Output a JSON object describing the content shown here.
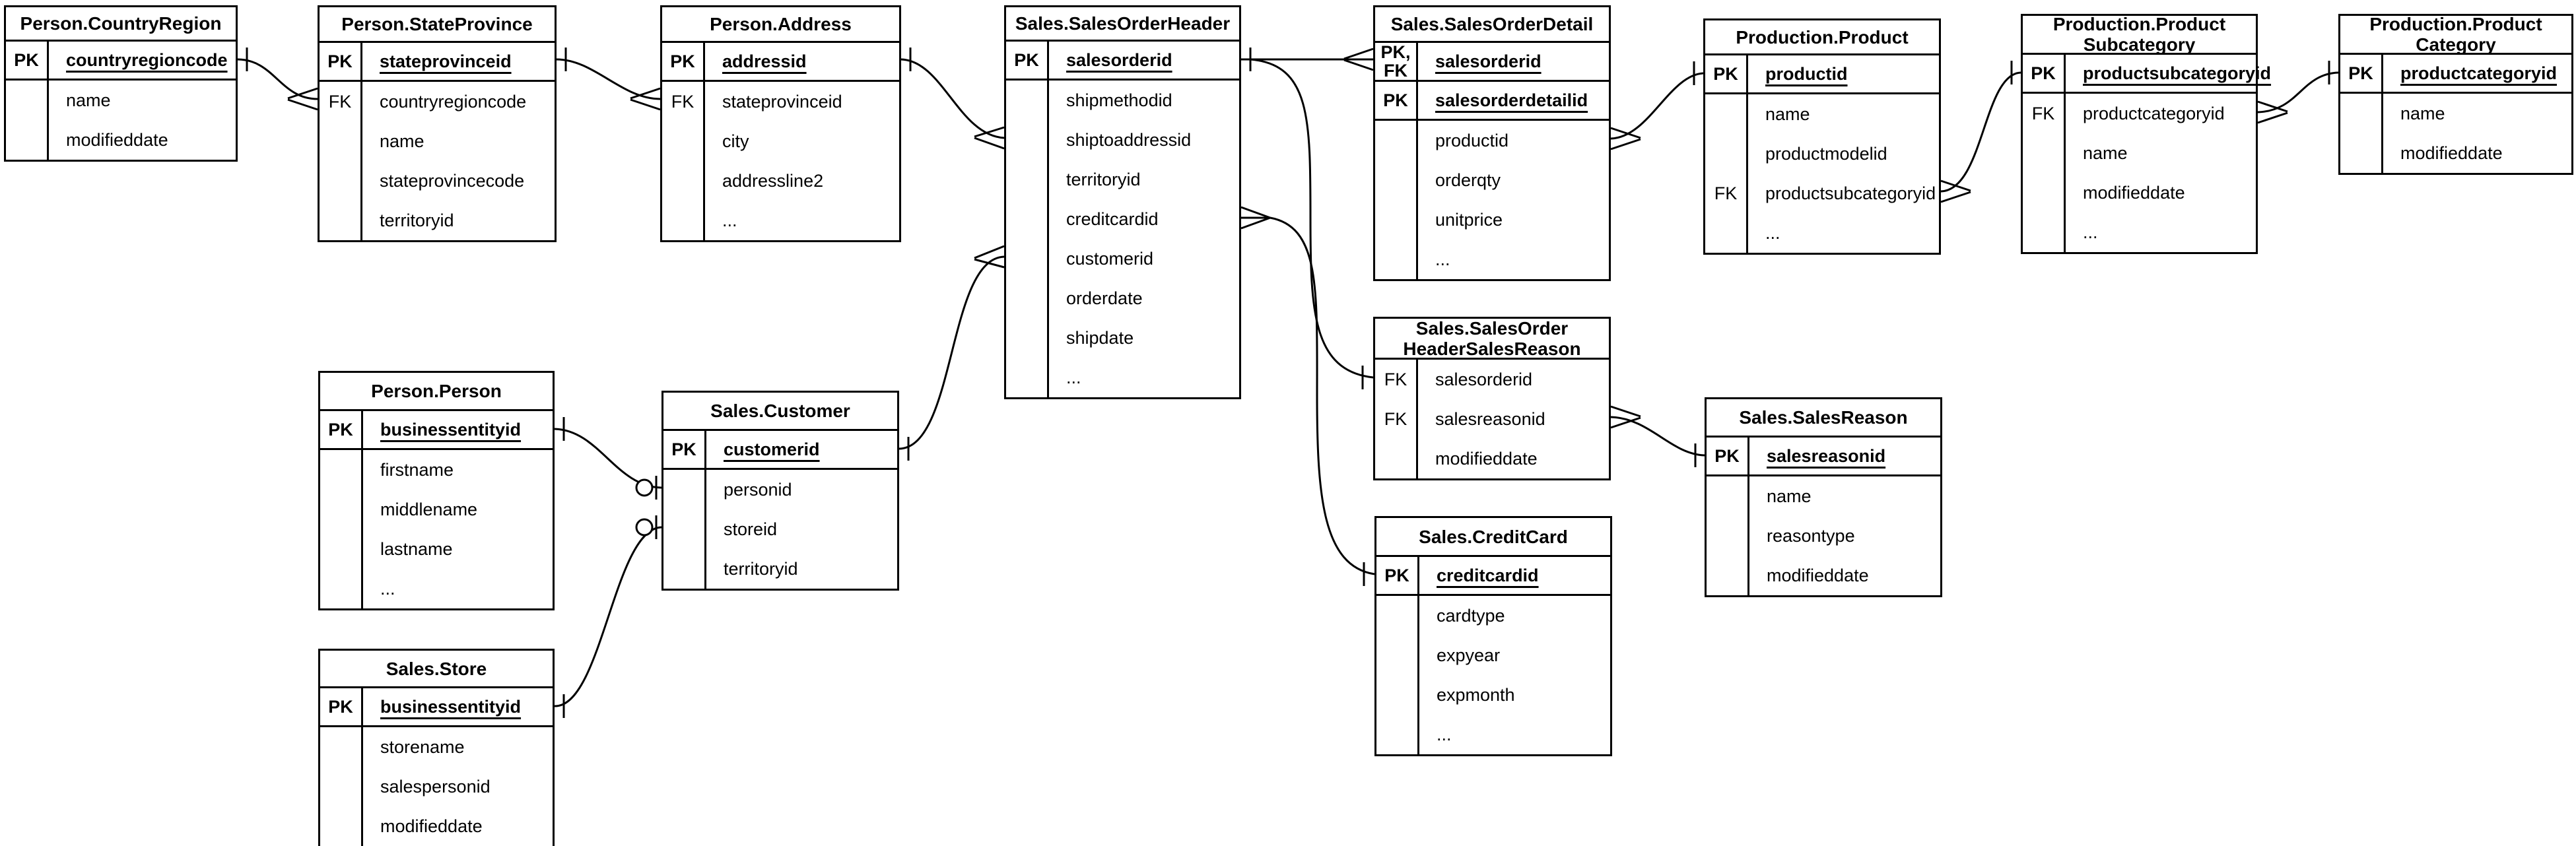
{
  "diagram": {
    "background_color": "#ffffff",
    "line_color": "#000000",
    "tables": [
      {
        "id": "countryregion",
        "title": "Person.CountryRegion",
        "key_rows": [
          {
            "key": "PK",
            "name": "countryregioncode"
          }
        ],
        "rows": [
          {
            "key": "",
            "name": "name"
          },
          {
            "key": "",
            "name": "modifieddate"
          }
        ]
      },
      {
        "id": "stateprovince",
        "title": "Person.StateProvince",
        "key_rows": [
          {
            "key": "PK",
            "name": "stateprovinceid"
          }
        ],
        "rows": [
          {
            "key": "FK",
            "name": "countryregioncode"
          },
          {
            "key": "",
            "name": "name"
          },
          {
            "key": "",
            "name": "stateprovincecode"
          },
          {
            "key": "",
            "name": "territoryid"
          }
        ]
      },
      {
        "id": "address",
        "title": "Person.Address",
        "key_rows": [
          {
            "key": "PK",
            "name": "addressid"
          }
        ],
        "rows": [
          {
            "key": "FK",
            "name": "stateprovinceid"
          },
          {
            "key": "",
            "name": "city"
          },
          {
            "key": "",
            "name": "addressline2"
          },
          {
            "key": "",
            "name": "..."
          }
        ]
      },
      {
        "id": "salesorderheader",
        "title": "Sales.SalesOrderHeader",
        "key_rows": [
          {
            "key": "PK",
            "name": "salesorderid"
          }
        ],
        "rows": [
          {
            "key": "",
            "name": "shipmethodid"
          },
          {
            "key": "",
            "name": "shiptoaddressid"
          },
          {
            "key": "",
            "name": "territoryid"
          },
          {
            "key": "",
            "name": "creditcardid"
          },
          {
            "key": "",
            "name": "customerid"
          },
          {
            "key": "",
            "name": "orderdate"
          },
          {
            "key": "",
            "name": "shipdate"
          },
          {
            "key": "",
            "name": "..."
          }
        ]
      },
      {
        "id": "salesorderdetail",
        "title": "Sales.SalesOrderDetail",
        "key_rows": [
          {
            "key": "PK,\nFK",
            "name": "salesorderid"
          },
          {
            "key": "PK",
            "name": "salesorderdetailid"
          }
        ],
        "rows": [
          {
            "key": "",
            "name": "productid"
          },
          {
            "key": "",
            "name": "orderqty"
          },
          {
            "key": "",
            "name": "unitprice"
          },
          {
            "key": "",
            "name": "..."
          }
        ]
      },
      {
        "id": "product",
        "title": "Production.Product",
        "key_rows": [
          {
            "key": "PK",
            "name": "productid"
          }
        ],
        "rows": [
          {
            "key": "",
            "name": "name"
          },
          {
            "key": "",
            "name": "productmodelid"
          },
          {
            "key": "FK",
            "name": "productsubcategoryid"
          },
          {
            "key": "",
            "name": "..."
          }
        ]
      },
      {
        "id": "productsubcategory",
        "title": "Production.Product\nSubcategory",
        "key_rows": [
          {
            "key": "PK",
            "name": "productsubcategoryid"
          }
        ],
        "rows": [
          {
            "key": "FK",
            "name": "productcategoryid"
          },
          {
            "key": "",
            "name": "name"
          },
          {
            "key": "",
            "name": "modifieddate"
          },
          {
            "key": "",
            "name": "..."
          }
        ]
      },
      {
        "id": "productcategory",
        "title": "Production.Product\nCategory",
        "key_rows": [
          {
            "key": "PK",
            "name": "productcategoryid"
          }
        ],
        "rows": [
          {
            "key": "",
            "name": "name"
          },
          {
            "key": "",
            "name": "modifieddate"
          }
        ]
      },
      {
        "id": "person",
        "title": "Person.Person",
        "key_rows": [
          {
            "key": "PK",
            "name": "businessentityid"
          }
        ],
        "rows": [
          {
            "key": "",
            "name": "firstname"
          },
          {
            "key": "",
            "name": "middlename"
          },
          {
            "key": "",
            "name": "lastname"
          },
          {
            "key": "",
            "name": "..."
          }
        ]
      },
      {
        "id": "customer",
        "title": "Sales.Customer",
        "key_rows": [
          {
            "key": "PK",
            "name": "customerid"
          }
        ],
        "rows": [
          {
            "key": "",
            "name": "personid"
          },
          {
            "key": "",
            "name": "storeid"
          },
          {
            "key": "",
            "name": "territoryid"
          }
        ]
      },
      {
        "id": "store",
        "title": "Sales.Store",
        "key_rows": [
          {
            "key": "PK",
            "name": "businessentityid"
          }
        ],
        "rows": [
          {
            "key": "",
            "name": "storename"
          },
          {
            "key": "",
            "name": "salespersonid"
          },
          {
            "key": "",
            "name": "modifieddate"
          }
        ]
      },
      {
        "id": "salesorderheadersalesreason",
        "title": "Sales.SalesOrder\nHeaderSalesReason",
        "key_rows": [],
        "rows": [
          {
            "key": "FK",
            "name": "salesorderid"
          },
          {
            "key": "FK",
            "name": "salesreasonid"
          },
          {
            "key": "",
            "name": "modifieddate"
          }
        ]
      },
      {
        "id": "salesreason",
        "title": "Sales.SalesReason",
        "key_rows": [
          {
            "key": "PK",
            "name": "salesreasonid"
          }
        ],
        "rows": [
          {
            "key": "",
            "name": "name"
          },
          {
            "key": "",
            "name": "reasontype"
          },
          {
            "key": "",
            "name": "modifieddate"
          }
        ]
      },
      {
        "id": "creditcard",
        "title": "Sales.CreditCard",
        "key_rows": [
          {
            "key": "PK",
            "name": "creditcardid"
          }
        ],
        "rows": [
          {
            "key": "",
            "name": "cardtype"
          },
          {
            "key": "",
            "name": "expyear"
          },
          {
            "key": "",
            "name": "expmonth"
          },
          {
            "key": "",
            "name": "..."
          }
        ]
      }
    ],
    "relationships": [
      {
        "from": "Person.CountryRegion.countryregioncode",
        "to": "Person.StateProvince.countryregioncode",
        "from_end": "one",
        "to_end": "many"
      },
      {
        "from": "Person.StateProvince.stateprovinceid",
        "to": "Person.Address.stateprovinceid",
        "from_end": "one",
        "to_end": "many"
      },
      {
        "from": "Person.Address.addressid",
        "to": "Sales.SalesOrderHeader.shiptoaddressid",
        "from_end": "one",
        "to_end": "many"
      },
      {
        "from": "Sales.Customer.customerid",
        "to": "Sales.SalesOrderHeader.customerid",
        "from_end": "one",
        "to_end": "many"
      },
      {
        "from": "Person.Person.businessentityid",
        "to": "Sales.Customer.personid",
        "from_end": "one",
        "to_end": "zero-or-one"
      },
      {
        "from": "Sales.Store.businessentityid",
        "to": "Sales.Customer.storeid",
        "from_end": "one",
        "to_end": "zero-or-one"
      },
      {
        "from": "Sales.SalesOrderHeader.salesorderid",
        "to": "Sales.SalesOrderDetail.salesorderid",
        "from_end": "one",
        "to_end": "many"
      },
      {
        "from": "Sales.SalesOrderHeader.salesorderid",
        "to": "Sales.SalesOrderHeaderSalesReason.salesorderid",
        "from_end": "one",
        "to_end": "one"
      },
      {
        "from": "Sales.SalesOrderHeader.creditcardid",
        "to": "Sales.CreditCard.creditcardid",
        "from_end": "many",
        "to_end": "one"
      },
      {
        "from": "Sales.SalesOrderDetail.productid",
        "to": "Production.Product.productid",
        "from_end": "many",
        "to_end": "one"
      },
      {
        "from": "Production.Product.productsubcategoryid",
        "to": "Production.ProductSubcategory.productsubcategoryid",
        "from_end": "many",
        "to_end": "one"
      },
      {
        "from": "Production.ProductSubcategory.productcategoryid",
        "to": "Production.ProductCategory.productcategoryid",
        "from_end": "many",
        "to_end": "one"
      },
      {
        "from": "Sales.SalesOrderHeaderSalesReason.salesreasonid",
        "to": "Sales.SalesReason.salesreasonid",
        "from_end": "many",
        "to_end": "one"
      }
    ]
  }
}
